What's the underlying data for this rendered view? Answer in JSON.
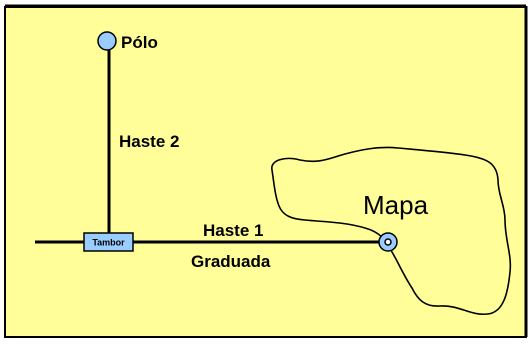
{
  "diagram": {
    "pole_label": "Pólo",
    "rod2_label": "Haste 2",
    "rod1_label_line1": "Haste 1",
    "rod1_label_line2": "Graduada",
    "drum_label": "Tambor",
    "map_label": "Mapa"
  },
  "colors": {
    "background": "#fffe99",
    "frame": "#000000",
    "pole_fill": "#99ccff",
    "drum_fill": "#99ccff",
    "tracer_fill": "#99ccff",
    "line": "#000000"
  }
}
